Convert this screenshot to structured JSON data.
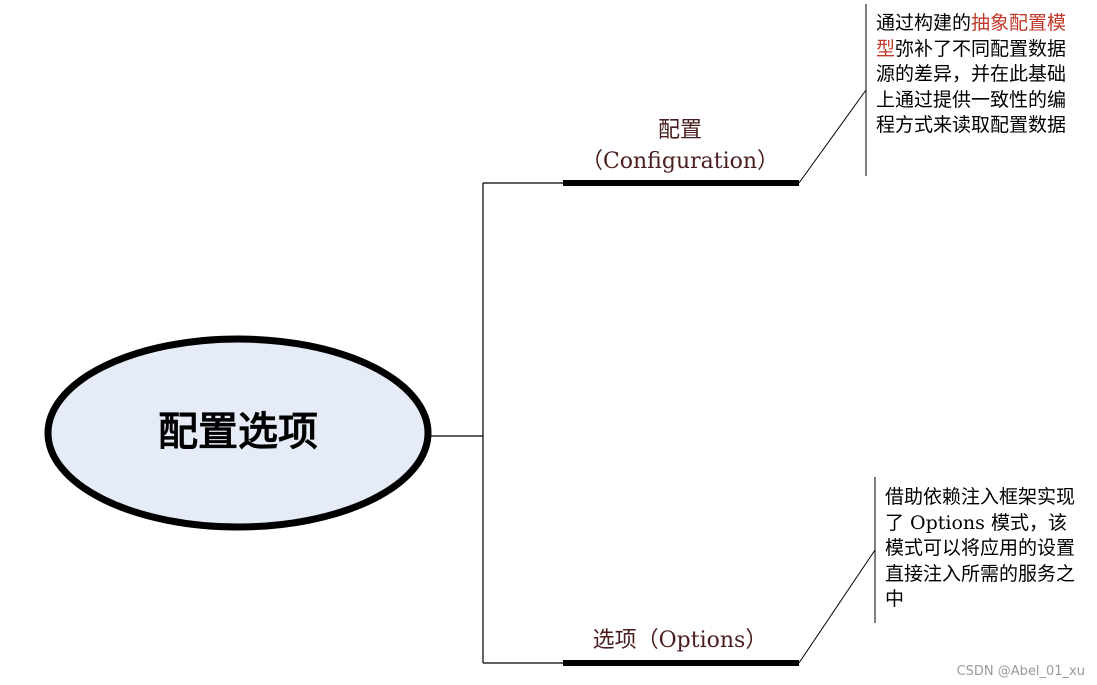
{
  "colors": {
    "ellipse_fill": "#e6ecf7",
    "line": "#000000",
    "branch_title": "#4a1e1e",
    "highlight": "#c0392b",
    "watermark": "#9a9a9a"
  },
  "root": {
    "label": "配置选项"
  },
  "branches": {
    "config": {
      "title_cn": "配置",
      "title_en": "（Configuration）",
      "note": {
        "before": "通过构建的",
        "highlight": "抽象配置模型",
        "after": "弥补了不同配置数据源的差异，并在此基础上通过提供一致性的编程方式来读取配置数据"
      }
    },
    "options": {
      "title": "选项（Options）",
      "note": {
        "before": "借助依赖注入框架实现了 Options 模式，该模式可以将应用的设置直接注入所需的服务之中"
      }
    }
  },
  "watermark": "CSDN @Abel_01_xu"
}
